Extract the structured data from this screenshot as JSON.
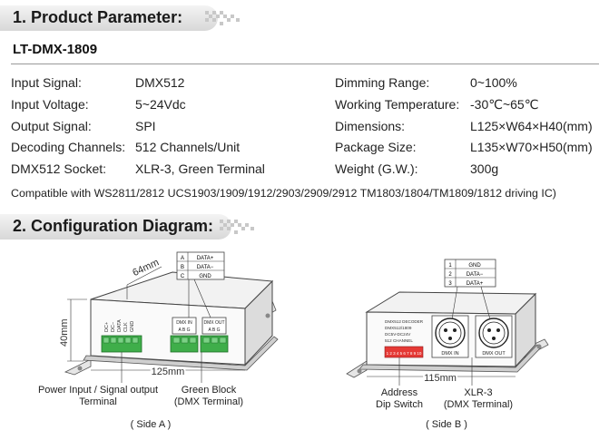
{
  "section1": {
    "title": "1. Product Parameter:"
  },
  "model": "LT-DMX-1809",
  "params_left": [
    {
      "label": "Input Signal:",
      "value": "DMX512"
    },
    {
      "label": "Input Voltage:",
      "value": "5~24Vdc"
    },
    {
      "label": "Output Signal:",
      "value": "SPI"
    },
    {
      "label": "Decoding Channels:",
      "value": "512 Channels/Unit"
    },
    {
      "label": "DMX512 Socket:",
      "value": "XLR-3, Green Terminal"
    }
  ],
  "params_right": [
    {
      "label": "Dimming Range:",
      "value": "0~100%"
    },
    {
      "label": "Working Temperature:",
      "value": "-30℃~65℃"
    },
    {
      "label": "Dimensions:",
      "value": "L125×W64×H40(mm)"
    },
    {
      "label": "Package Size:",
      "value": "L135×W70×H50(mm)"
    },
    {
      "label": "Weight (G.W.):",
      "value": "300g"
    }
  ],
  "compat": "Compatible with WS2811/2812 UCS1903/1909/1912/2903/2909/2912 TM1803/1804/TM1809/1812 driving IC)",
  "section2": {
    "title": "2. Configuration Diagram:"
  },
  "sideA": {
    "pin_table": [
      {
        "pin": "A",
        "name": "DATA+"
      },
      {
        "pin": "B",
        "name": "DATA−"
      },
      {
        "pin": "C",
        "name": "GND"
      }
    ],
    "dim_width": "64mm",
    "dim_height": "40mm",
    "dim_length": "125mm",
    "power_labels": [
      "DC+",
      "DC−",
      "DATA",
      "CLK",
      "GND"
    ],
    "dmx_in": "DMX IN",
    "dmx_out": "DMX OUT",
    "abg": "A  B  G",
    "callout1": [
      "Power Input / Signal output",
      "Terminal"
    ],
    "callout2": [
      "Green Block",
      "(DMX Terminal)"
    ],
    "caption": "( Side A )"
  },
  "sideB": {
    "pin_table": [
      {
        "pin": "1",
        "name": "GND"
      },
      {
        "pin": "2",
        "name": "DATA−"
      },
      {
        "pin": "3",
        "name": "DATA+"
      }
    ],
    "device_text": [
      "DMX512 DECODER",
      "DMX512/1809",
      "DC5V-DC24V",
      "512 CHANNEL"
    ],
    "dmx_in": "DMX  IN",
    "dmx_out": "DMX  OUT",
    "dip": "1 2 3 4 5 6 7 8 9 10",
    "dim_length": "115mm",
    "callout1": [
      "Address",
      "Dip Switch"
    ],
    "callout2": [
      "XLR-3",
      "(DMX Terminal)"
    ],
    "caption": "( Side B )"
  }
}
